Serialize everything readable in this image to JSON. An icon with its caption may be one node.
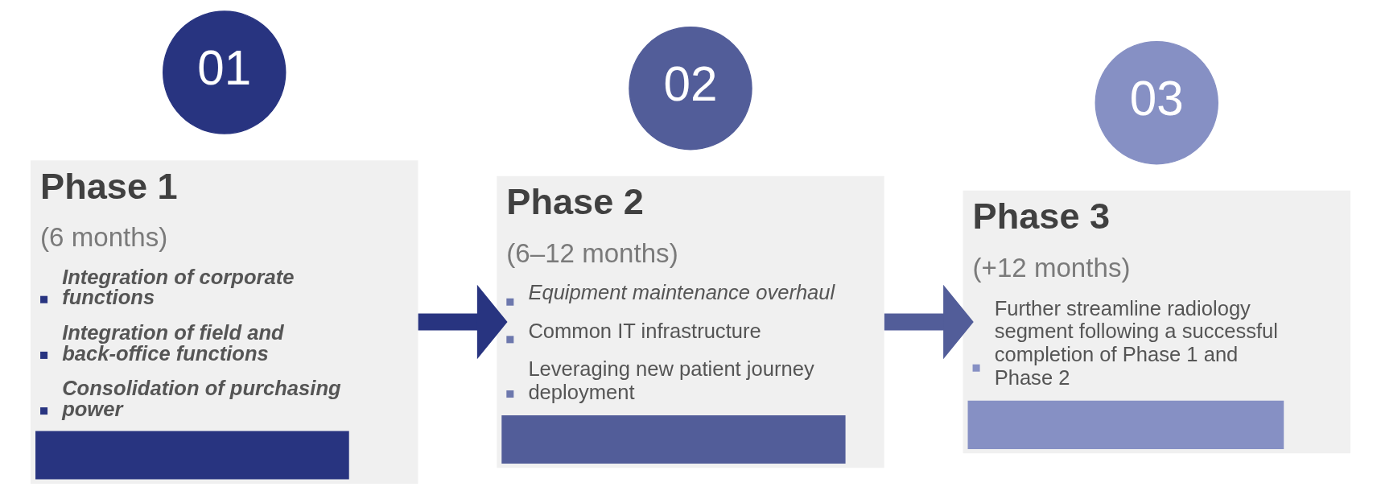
{
  "diagram": {
    "nodes": [
      {
        "text": [
          "01"
        ]
      },
      {
        "text": [
          "Phase 1",
          "(6 months)",
          "Integration of corporate functions",
          "Integration of field and back-office functions",
          "Consolidation of purchasing power"
        ]
      },
      {
        "text": [
          "02"
        ]
      },
      {
        "text": [
          "Phase 2",
          "(6–12 months)",
          "Equipment maintenance overhaul",
          "Common IT infrastructure",
          "Leveraging new patient journey deployment"
        ]
      },
      {
        "text": [
          "03"
        ]
      },
      {
        "text": [
          "Phase 3",
          "(+12 months)",
          "Further streamline radiology segment following a successful completion of Phase 1 and Phase 2"
        ]
      }
    ],
    "edges": [
      {
        "from": 1,
        "to": 3,
        "arrow": "to",
        "color": "#283480"
      },
      {
        "from": 3,
        "to": 5,
        "arrow": "to",
        "color": "#525d99"
      }
    ]
  }
}
